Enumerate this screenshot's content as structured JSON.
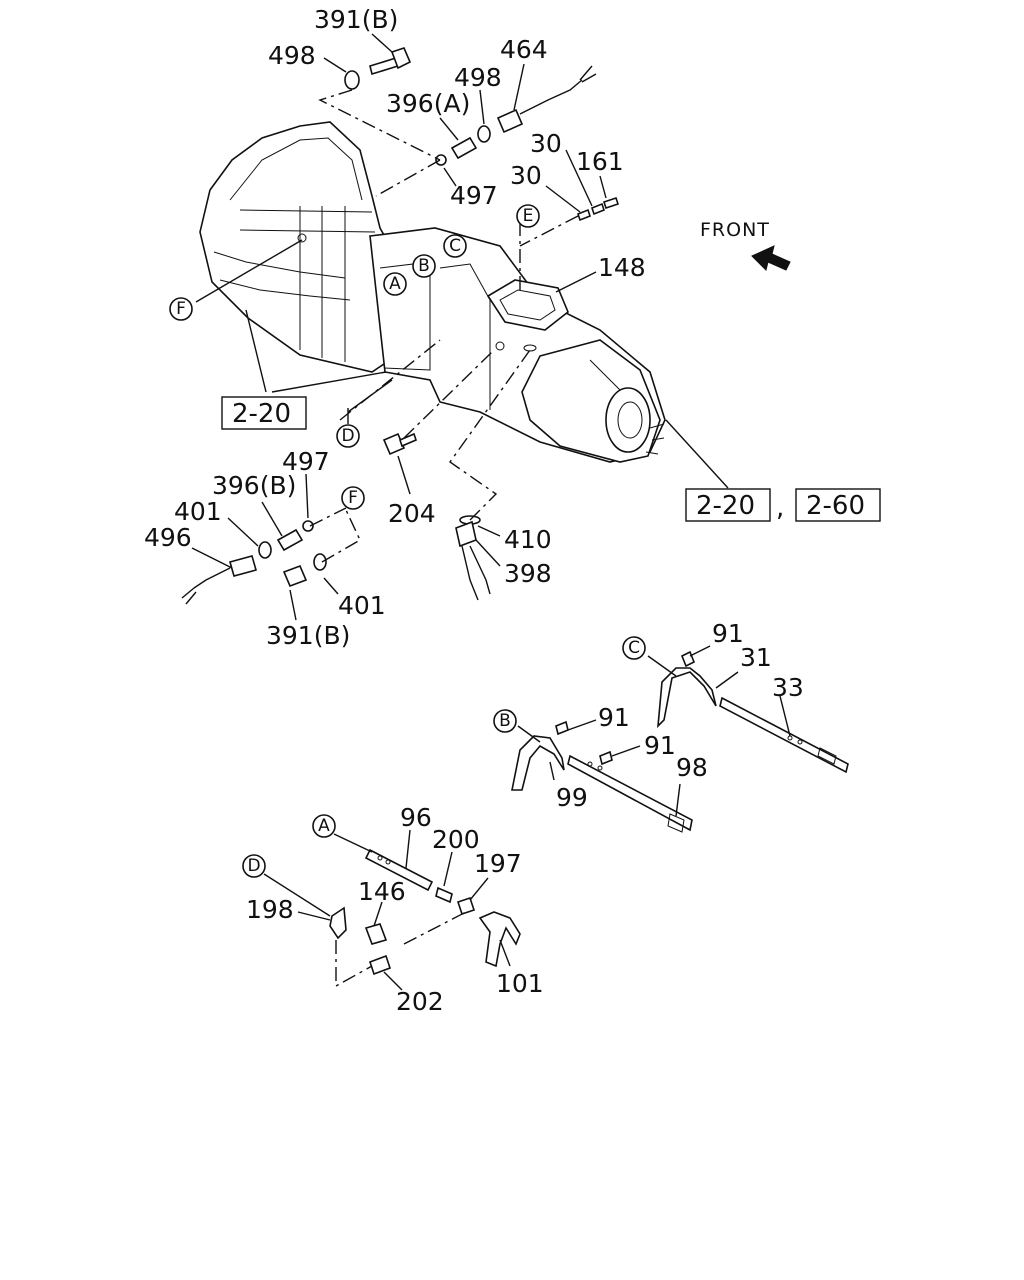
{
  "front_label": "FRONT",
  "callouts": {
    "c391b_top": "391(B)",
    "c498_left": "498",
    "c396a": "396(A)",
    "c498_right": "498",
    "c464": "464",
    "c497_top": "497",
    "c30_a": "30",
    "c30_b": "30",
    "c161": "161",
    "c148": "148",
    "c204": "204",
    "c497_mid": "497",
    "c396b": "396(B)",
    "c401_left": "401",
    "c496": "496",
    "c401_right": "401",
    "c391b_bottom": "391(B)",
    "c410": "410",
    "c398": "398",
    "c91_top": "91",
    "c31": "31",
    "c33": "33",
    "c91_mid": "91",
    "c91_low": "91",
    "c98": "98",
    "c99": "99",
    "c96": "96",
    "c200": "200",
    "c197": "197",
    "c146": "146",
    "c198": "198",
    "c202": "202",
    "c101": "101"
  },
  "circle_letters": {
    "A_case": "A",
    "B_case": "B",
    "C_case": "C",
    "D_case": "D",
    "E_case": "E",
    "F_case": "F",
    "F_sensor": "F",
    "C_fork": "C",
    "B_fork": "B",
    "A_rod": "A",
    "D_rod": "D"
  },
  "references": {
    "ref_left": "2-20",
    "ref_right_a": "2-20",
    "ref_separator": ",",
    "ref_right_b": "2-60"
  }
}
